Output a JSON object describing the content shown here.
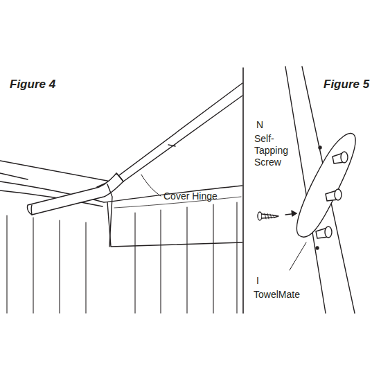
{
  "diagram": {
    "labels": [
      "Figure 4",
      "Figure 5",
      "Cover Hinge",
      "N",
      "Self-Tapping Screw",
      "I",
      "TowelMate"
    ]
  }
}
